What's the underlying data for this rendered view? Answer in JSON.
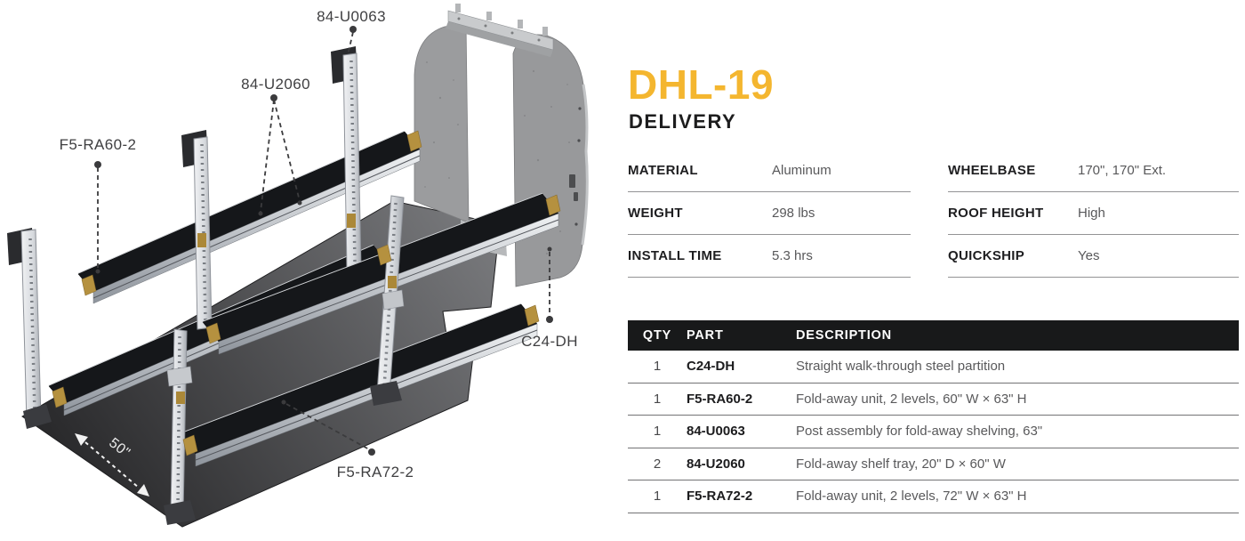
{
  "header": {
    "title": "DHL-19",
    "subtitle": "DELIVERY"
  },
  "colors": {
    "accent": "#F4B62F",
    "table_header_bg": "#18191A",
    "shelf_black": "#15171A",
    "rail_silver": "#C3C7CC",
    "bracket_gold": "#B5913F",
    "floor_dark": "#2A2A2C",
    "partition_gray": "#9B9C9E"
  },
  "diagram": {
    "labels": [
      {
        "text": "84-U0063"
      },
      {
        "text": "84-U2060"
      },
      {
        "text": "F5-RA60-2"
      },
      {
        "text": "C24-DH"
      },
      {
        "text": "F5-RA72-2"
      }
    ],
    "dimension_label": "50\""
  },
  "specs": {
    "left": [
      {
        "label": "MATERIAL",
        "value": "Aluminum"
      },
      {
        "label": "WEIGHT",
        "value": "298 lbs"
      },
      {
        "label": "INSTALL TIME",
        "value": "5.3 hrs"
      }
    ],
    "right": [
      {
        "label": "WHEELBASE",
        "value": "170\", 170\" Ext."
      },
      {
        "label": "ROOF HEIGHT",
        "value": "High"
      },
      {
        "label": "QUICKSHIP",
        "value": "Yes"
      }
    ]
  },
  "parts_table": {
    "columns": {
      "qty": "QTY",
      "part": "PART",
      "description": "DESCRIPTION"
    },
    "rows": [
      {
        "qty": "1",
        "part": "C24-DH",
        "description": "Straight walk-through steel partition"
      },
      {
        "qty": "1",
        "part": "F5-RA60-2",
        "description": "Fold-away unit, 2 levels, 60\" W × 63\" H"
      },
      {
        "qty": "1",
        "part": "84-U0063",
        "description": "Post assembly for fold-away shelving, 63\""
      },
      {
        "qty": "2",
        "part": "84-U2060",
        "description": "Fold-away shelf tray, 20\" D × 60\" W"
      },
      {
        "qty": "1",
        "part": "F5-RA72-2",
        "description": "Fold-away unit, 2 levels, 72\" W × 63\" H"
      }
    ]
  }
}
